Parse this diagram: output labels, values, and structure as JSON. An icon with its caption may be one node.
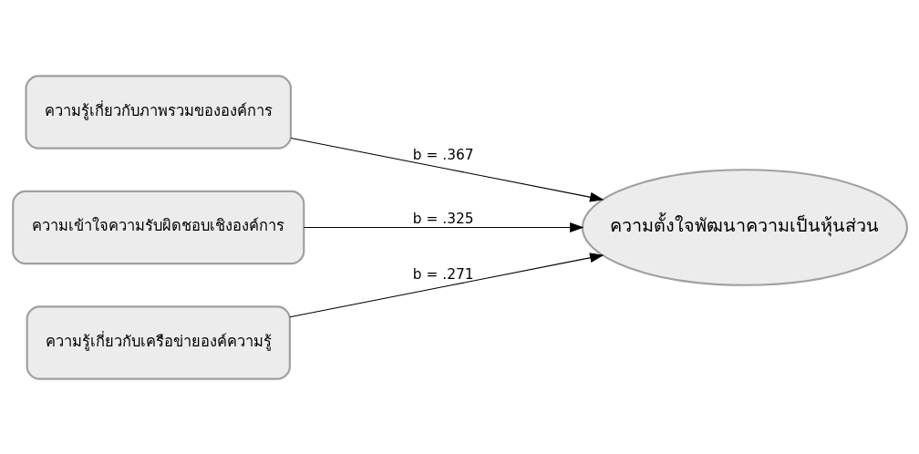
{
  "diagram": {
    "nodes": [
      {
        "text": [
          "ความรู้เกี่ยวกับภาพรวมขององค์การ"
        ]
      },
      {
        "text": [
          "ความเข้าใจความรับผิดชอบเชิงองค์การ"
        ]
      },
      {
        "text": [
          "ความรู้เกี่ยวกับเครือข่ายองค์ความรู้"
        ]
      },
      {
        "text": [
          "ความตั้งใจพัฒนาความเป็นหุ้นส่วน"
        ]
      }
    ],
    "edges": [
      {
        "from": 0,
        "to": 3,
        "arrow": "to",
        "label": "b = .367"
      },
      {
        "from": 1,
        "to": 3,
        "arrow": "to",
        "label": "b = .325"
      },
      {
        "from": 2,
        "to": 3,
        "arrow": "to",
        "label": "b = .271"
      }
    ]
  }
}
